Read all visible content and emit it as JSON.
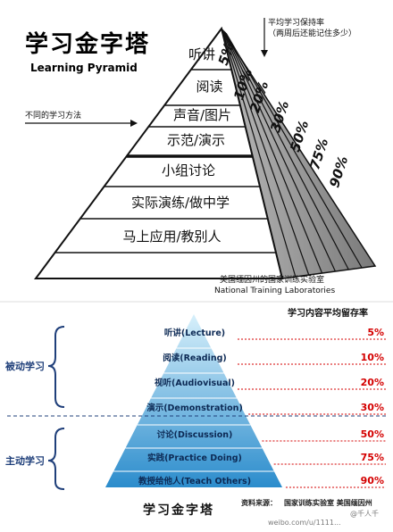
{
  "top": {
    "title_cn": "学习金字塔",
    "title_en": "Learning Pyramid",
    "retention_note_line1": "平均学习保持率",
    "retention_note_line2": "（两周后还能记住多少）",
    "methods_note": "不同的学习方法",
    "layers": [
      "听讲",
      "阅读",
      "声音/图片",
      "示范/演示",
      "小组讨论",
      "实际演练/做中学",
      "马上应用/教别人"
    ],
    "percentages": [
      "5%",
      "10%",
      "20%",
      "30%",
      "50%",
      "75%",
      "90%"
    ],
    "source_cn": "美国缅因州的国家训练实验室",
    "source_en": "National Training Laboratories"
  },
  "bottom": {
    "header": "学习内容平均留存率",
    "layers": [
      "听讲(Lecture)",
      "阅读(Reading)",
      "视听(Audiovisual)",
      "演示(Demonstration)",
      "讨论(Discussion)",
      "实践(Practice Doing)",
      "教授给他人(Teach Others)"
    ],
    "percentages": [
      "5%",
      "10%",
      "20%",
      "30%",
      "50%",
      "75%",
      "90%"
    ],
    "group_passive": "被动学习",
    "group_active": "主动学习",
    "title": "学习金字塔",
    "source_label": "资料来源：",
    "source_text": "国家训练实验室  美国缅因州",
    "colors": {
      "pyramid_light": "#c9e9f8",
      "pyramid_dark": "#2c8fce",
      "percent": "#d40000",
      "group": "#1f3f7a"
    }
  },
  "watermark": {
    "handle": "@千人千",
    "site": "weibo.com/u/1111..."
  }
}
